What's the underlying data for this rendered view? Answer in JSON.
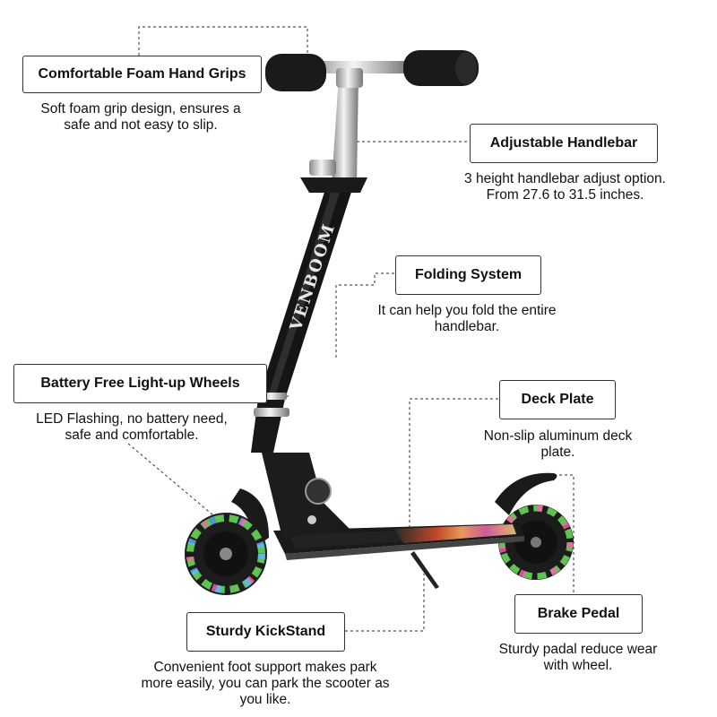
{
  "callouts": {
    "grips": {
      "title": "Comfortable Foam Hand Grips",
      "lines": [
        "Soft foam grip design, ensures a",
        "safe and not easy to slip."
      ]
    },
    "handlebar": {
      "title": "Adjustable Handlebar",
      "lines": [
        "3 height handlebar adjust option.",
        "From 27.6 to 31.5 inches."
      ]
    },
    "folding": {
      "title": "Folding System",
      "lines": [
        "It can help you fold the entire",
        "handlebar."
      ]
    },
    "wheels": {
      "title": "Battery Free Light-up Wheels",
      "lines": [
        "LED Flashing, no battery need,",
        "safe and comfortable."
      ]
    },
    "deck": {
      "title": "Deck Plate",
      "lines": [
        "Non-slip aluminum deck",
        "plate."
      ]
    },
    "brake": {
      "title": "Brake Pedal",
      "lines": [
        "Sturdy padal reduce wear",
        "with wheel."
      ]
    },
    "kickstand": {
      "title": "Sturdy KickStand",
      "lines": [
        "Convenient foot support makes park",
        "more easily, you can park the scooter as",
        "you like."
      ]
    }
  },
  "product": {
    "brand_text": "VENBOOM"
  },
  "colors": {
    "frame": "#1a1a1a",
    "chrome": "#c8c8c8",
    "deck_art": "#e0783a",
    "led_green": "#6be05a",
    "led_pink": "#ff5fb0",
    "led_blue": "#5fb8ff",
    "text": "#111111"
  }
}
